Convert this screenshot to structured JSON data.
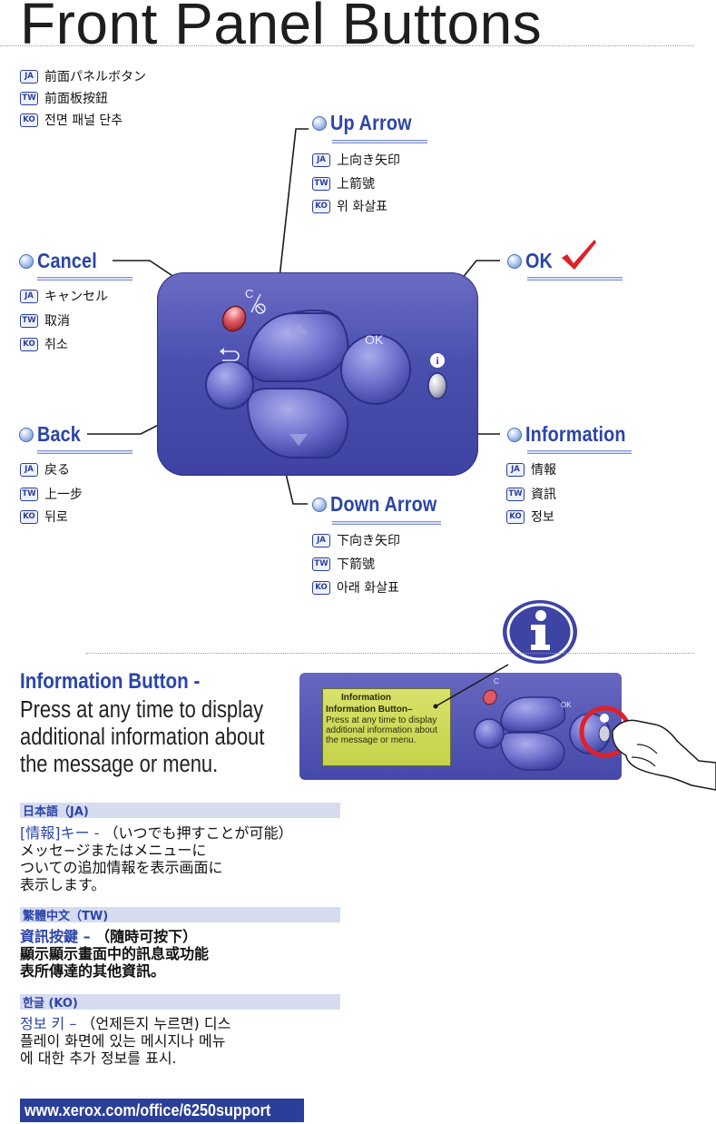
{
  "title": "Front Panel Buttons",
  "title_translations": [
    {
      "tag": "JA",
      "text": "前面パネルボタン"
    },
    {
      "tag": "TW",
      "text": "前面板按鈕"
    },
    {
      "tag": "KO",
      "text": "전면 패널 단추"
    }
  ],
  "buttons": {
    "up": {
      "label": "Up Arrow",
      "translations": [
        {
          "tag": "JA",
          "text": "上向き矢印"
        },
        {
          "tag": "TW",
          "text": "上箭號"
        },
        {
          "tag": "KO",
          "text": "위 화살표"
        }
      ]
    },
    "cancel": {
      "label": "Cancel",
      "translations": [
        {
          "tag": "JA",
          "text": "キャンセル"
        },
        {
          "tag": "TW",
          "text": "取消"
        },
        {
          "tag": "KO",
          "text": "취소"
        }
      ]
    },
    "ok": {
      "label": "OK",
      "translations": []
    },
    "back": {
      "label": "Back",
      "translations": [
        {
          "tag": "JA",
          "text": "戻る"
        },
        {
          "tag": "TW",
          "text": "上一步"
        },
        {
          "tag": "KO",
          "text": "뒤로"
        }
      ]
    },
    "info": {
      "label": "Information",
      "translations": [
        {
          "tag": "JA",
          "text": "情報"
        },
        {
          "tag": "TW",
          "text": "資訊"
        },
        {
          "tag": "KO",
          "text": "정보"
        }
      ]
    },
    "down": {
      "label": "Down Arrow",
      "translations": [
        {
          "tag": "JA",
          "text": "下向き矢印"
        },
        {
          "tag": "TW",
          "text": "下箭號"
        },
        {
          "tag": "KO",
          "text": "아래 화살표"
        }
      ]
    }
  },
  "panel_labels": {
    "cancel_glyph": "C",
    "ok": "OK"
  },
  "info_section": {
    "title": "Information Button -",
    "body": "Press at any time to display additional information about the message or menu."
  },
  "lcd": {
    "header": "Information",
    "line1": "Information Button–",
    "line2": "Press at any time to display",
    "line3": "additional information about",
    "line4": "the message or menu."
  },
  "languages": [
    {
      "header": "日本語（JA)",
      "key": "[情報]キー",
      "dash": " - ",
      "lines": [
        "（いつでも押すことが可能）",
        "メッセ−ジまたはメニューに",
        "ついての追加情報を表示画面に",
        "表示します。"
      ]
    },
    {
      "header": "繁體中文（TW)",
      "key": "資訊按鍵",
      "dash": "  – ",
      "lines": [
        "（隨時可按下）",
        "顯示顯示畫面中的訊息或功能",
        "表所傳達的其他資訊。"
      ]
    },
    {
      "header": "한글 (KO)",
      "key": "정보 키",
      "dash": " – ",
      "lines": [
        "（언제든지 누르면) 디스",
        "플레이 화면에 있는 메시지나 메뉴",
        "에 대한 추가 정보를 표시."
      ]
    }
  ],
  "url": "www.xerox.com/office/6250support",
  "colors": {
    "accent": "#2b45a8",
    "panel": "#4a4fae",
    "check": "#e0202a",
    "cancel_btn": "#e05a66",
    "lcd": "#cfd85a"
  }
}
